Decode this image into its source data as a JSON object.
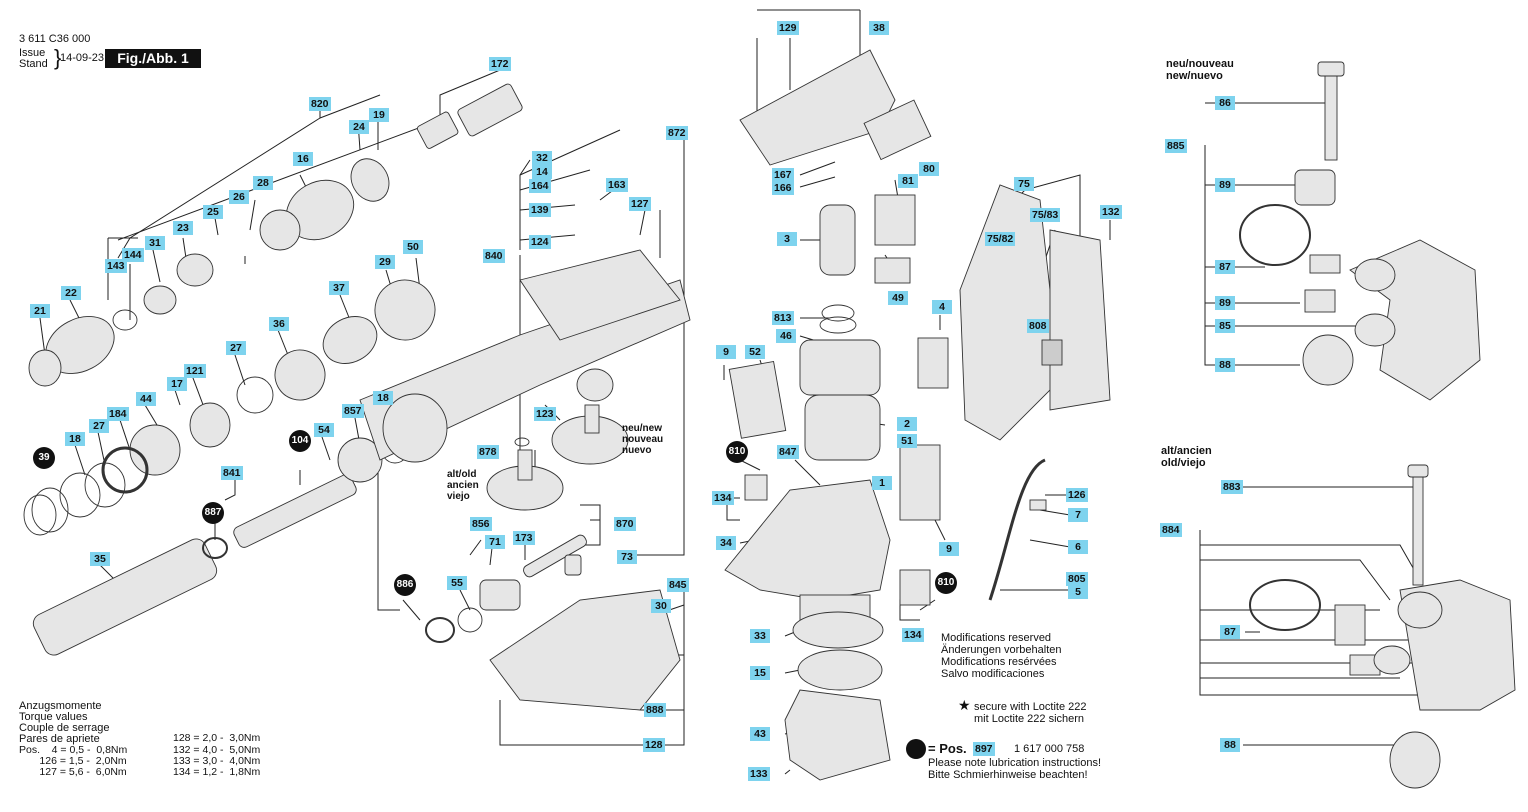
{
  "header": {
    "doc_number": "3 611 C36 000",
    "issue_label": "Issue",
    "stand_label": "Stand",
    "date": "14-09-23",
    "figure": "Fig./Abb. 1"
  },
  "parts": {
    "p172": "172",
    "p820": "820",
    "p24": "24",
    "p19": "19",
    "p16": "16",
    "p26": "26",
    "p28": "28",
    "p25": "25",
    "p23": "23",
    "p31": "31",
    "p144": "144",
    "p143": "143",
    "p21": "21",
    "p22": "22",
    "p50": "50",
    "p29": "29",
    "p37": "37",
    "p36": "36",
    "p27a": "27",
    "p121": "121",
    "p17": "17",
    "p44": "44",
    "p27b": "27",
    "p184": "184",
    "p18a": "18",
    "p18b": "18",
    "p857": "857",
    "p54": "54",
    "p841": "841",
    "p35": "35",
    "p32": "32",
    "p14": "14",
    "p164": "164",
    "p139": "139",
    "p163": "163",
    "p127": "127",
    "p124": "124",
    "p840": "840",
    "p872": "872",
    "p123": "123",
    "p878": "878",
    "p856": "856",
    "p71": "71",
    "p173": "173",
    "p870": "870",
    "p73": "73",
    "p55": "55",
    "p845": "845",
    "p30": "30",
    "p888": "888",
    "p128": "128",
    "p129": "129",
    "p38": "38",
    "p167": "167",
    "p166": "166",
    "p80": "80",
    "p3": "3",
    "p81": "81",
    "p49": "49",
    "p813": "813",
    "p46": "46",
    "p9a": "9",
    "p52": "52",
    "p2": "2",
    "p847": "847",
    "p51": "51",
    "p1": "1",
    "p134a": "134",
    "p34": "34",
    "p9b": "9",
    "p33": "33",
    "p15": "15",
    "p134b": "134",
    "p43": "43",
    "p133": "133",
    "p75": "75",
    "p7583": "75/83",
    "p132": "132",
    "p7582": "75/82",
    "p4": "4",
    "p808": "808",
    "p126": "126",
    "p7": "7",
    "p6": "6",
    "p805": "805",
    "p5": "5",
    "p86": "86",
    "p885": "885",
    "p89a": "89",
    "p87a": "87",
    "p89b": "89",
    "p85": "85",
    "p88a": "88",
    "p883": "883",
    "p884": "884",
    "p87b": "87",
    "p88b": "88"
  },
  "black_dots": {
    "d39": "39",
    "d104": "104",
    "d887": "887",
    "d886": "886",
    "d810a": "810",
    "d810b": "810",
    "d897": ""
  },
  "annotations": {
    "neu_new": "neu/new",
    "nouveau": "nouveau",
    "nuevo": "nuevo",
    "alt_old": "alt/old",
    "ancien": "ancien",
    "viejo": "viejo"
  },
  "side": {
    "neu_header_1": "neu/nouveau",
    "neu_header_2": "new/nuevo",
    "alt_header_1": "alt/ancien",
    "alt_header_2": "old/viejo"
  },
  "notes": {
    "mod_1": "Modifications reserved",
    "mod_2": "Änderungen vorbehalten",
    "mod_3": "Modifications resérvées",
    "mod_4": "Salvo modificaciones",
    "loctite_star": "★",
    "loctite_1": "secure with Loctite 222",
    "loctite_2": "mit Loctite 222 sichern",
    "pos_label": "= Pos.",
    "pos_number": "897",
    "pos_part": "1 617 000 758",
    "lub_1": "Please note lubrication instructions!",
    "lub_2": "Bitte Schmierhinweise beachten!"
  },
  "torque": {
    "title_1": "Anzugsmomente",
    "title_2": "Torque values",
    "title_3": "Couple de serrage",
    "title_4": "Pares de apriete",
    "row_1": "Pos.    4 = 0,5 -  0,8Nm",
    "row_2": "       126 = 1,5 -  2,0Nm",
    "row_3": "       127 = 5,6 -  6,0Nm",
    "row_4": "128 = 2,0 -  3,0Nm",
    "row_5": "132 = 4,0 -  5,0Nm",
    "row_6": "133 = 3,0 -  4,0Nm",
    "row_7": "134 = 1,2 -  1,8Nm"
  },
  "colors": {
    "label_bg": "#7ed3ee",
    "line": "#222222",
    "part_gray": "#d9d9d9"
  }
}
